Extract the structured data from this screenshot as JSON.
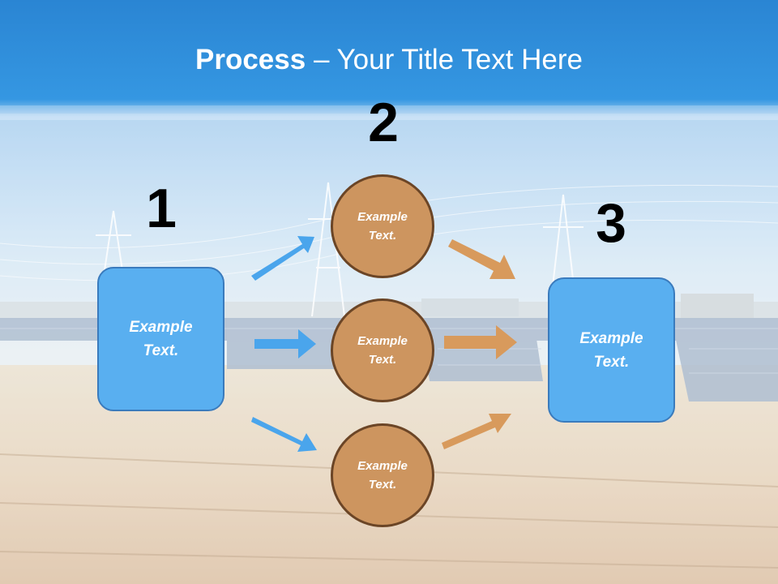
{
  "title": {
    "bold": "Process",
    "rest": " – Your Title Text Here"
  },
  "steps": {
    "one": {
      "number": "1",
      "text": "Example Text."
    },
    "two": {
      "number": "2",
      "circles": [
        "Example Text.",
        "Example Text.",
        "Example Text."
      ]
    },
    "three": {
      "number": "3",
      "text": "Example Text."
    }
  },
  "colors": {
    "box_fill": "#59aff0",
    "box_border": "#3a7bbd",
    "circle_fill": "#cd955f",
    "circle_border": "#6b4526",
    "blue_arrow": "#4aa5ec",
    "tan_arrow": "#d89a5c",
    "header_blue": "#2f8fdb"
  }
}
